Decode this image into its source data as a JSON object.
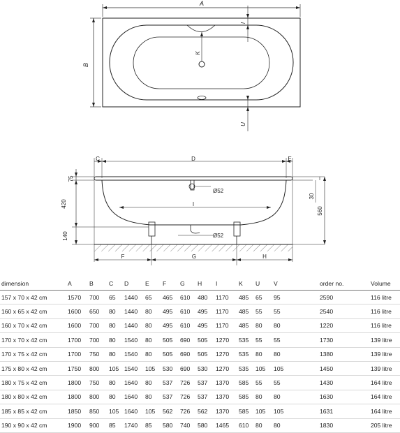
{
  "top_view": {
    "labels": {
      "A": "A",
      "B": "B",
      "K": "K",
      "I": "I",
      "U": "U"
    }
  },
  "side_view": {
    "labels": {
      "C": "C",
      "D": "D",
      "E": "E",
      "I": "I",
      "F": "F",
      "G": "G",
      "H": "H",
      "h75": "75",
      "h420": "420",
      "h140": "140",
      "h30": "30",
      "h560": "560",
      "d52_top": "Ø52",
      "d52_bottom": "Ø52"
    }
  },
  "table": {
    "headers": [
      "dimension",
      "A",
      "B",
      "C",
      "D",
      "E",
      "F",
      "G",
      "H",
      "I",
      "K",
      "U",
      "V",
      "order no.",
      "Volume"
    ],
    "rows": [
      [
        "157 x 70 x 42 cm",
        "1570",
        "700",
        "65",
        "1440",
        "65",
        "465",
        "610",
        "480",
        "1170",
        "485",
        "65",
        "95",
        "2590",
        "116 litre"
      ],
      [
        "160 x 65 x 42 cm",
        "1600",
        "650",
        "80",
        "1440",
        "80",
        "495",
        "610",
        "495",
        "1170",
        "485",
        "55",
        "55",
        "2540",
        "116 litre"
      ],
      [
        "160 x 70 x 42 cm",
        "1600",
        "700",
        "80",
        "1440",
        "80",
        "495",
        "610",
        "495",
        "1170",
        "485",
        "80",
        "80",
        "1220",
        "116 litre"
      ],
      [
        "170 x 70 x 42 cm",
        "1700",
        "700",
        "80",
        "1540",
        "80",
        "505",
        "690",
        "505",
        "1270",
        "535",
        "55",
        "55",
        "1730",
        "139 litre"
      ],
      [
        "170 x 75 x 42 cm",
        "1700",
        "750",
        "80",
        "1540",
        "80",
        "505",
        "690",
        "505",
        "1270",
        "535",
        "80",
        "80",
        "1380",
        "139 litre"
      ],
      [
        "175 x 80 x 42 cm",
        "1750",
        "800",
        "105",
        "1540",
        "105",
        "530",
        "690",
        "530",
        "1270",
        "535",
        "105",
        "105",
        "1450",
        "139 litre"
      ],
      [
        "180 x 75 x 42 cm",
        "1800",
        "750",
        "80",
        "1640",
        "80",
        "537",
        "726",
        "537",
        "1370",
        "585",
        "55",
        "55",
        "1430",
        "164 litre"
      ],
      [
        "180 x 80 x 42 cm",
        "1800",
        "800",
        "80",
        "1640",
        "80",
        "537",
        "726",
        "537",
        "1370",
        "585",
        "80",
        "80",
        "1630",
        "164 litre"
      ],
      [
        "185 x 85 x 42 cm",
        "1850",
        "850",
        "105",
        "1640",
        "105",
        "562",
        "726",
        "562",
        "1370",
        "585",
        "105",
        "105",
        "1631",
        "164 litre"
      ],
      [
        "190 x 90 x 42 cm",
        "1900",
        "900",
        "85",
        "1740",
        "85",
        "580",
        "740",
        "580",
        "1465",
        "610",
        "80",
        "80",
        "1830",
        "205 litre"
      ]
    ]
  }
}
